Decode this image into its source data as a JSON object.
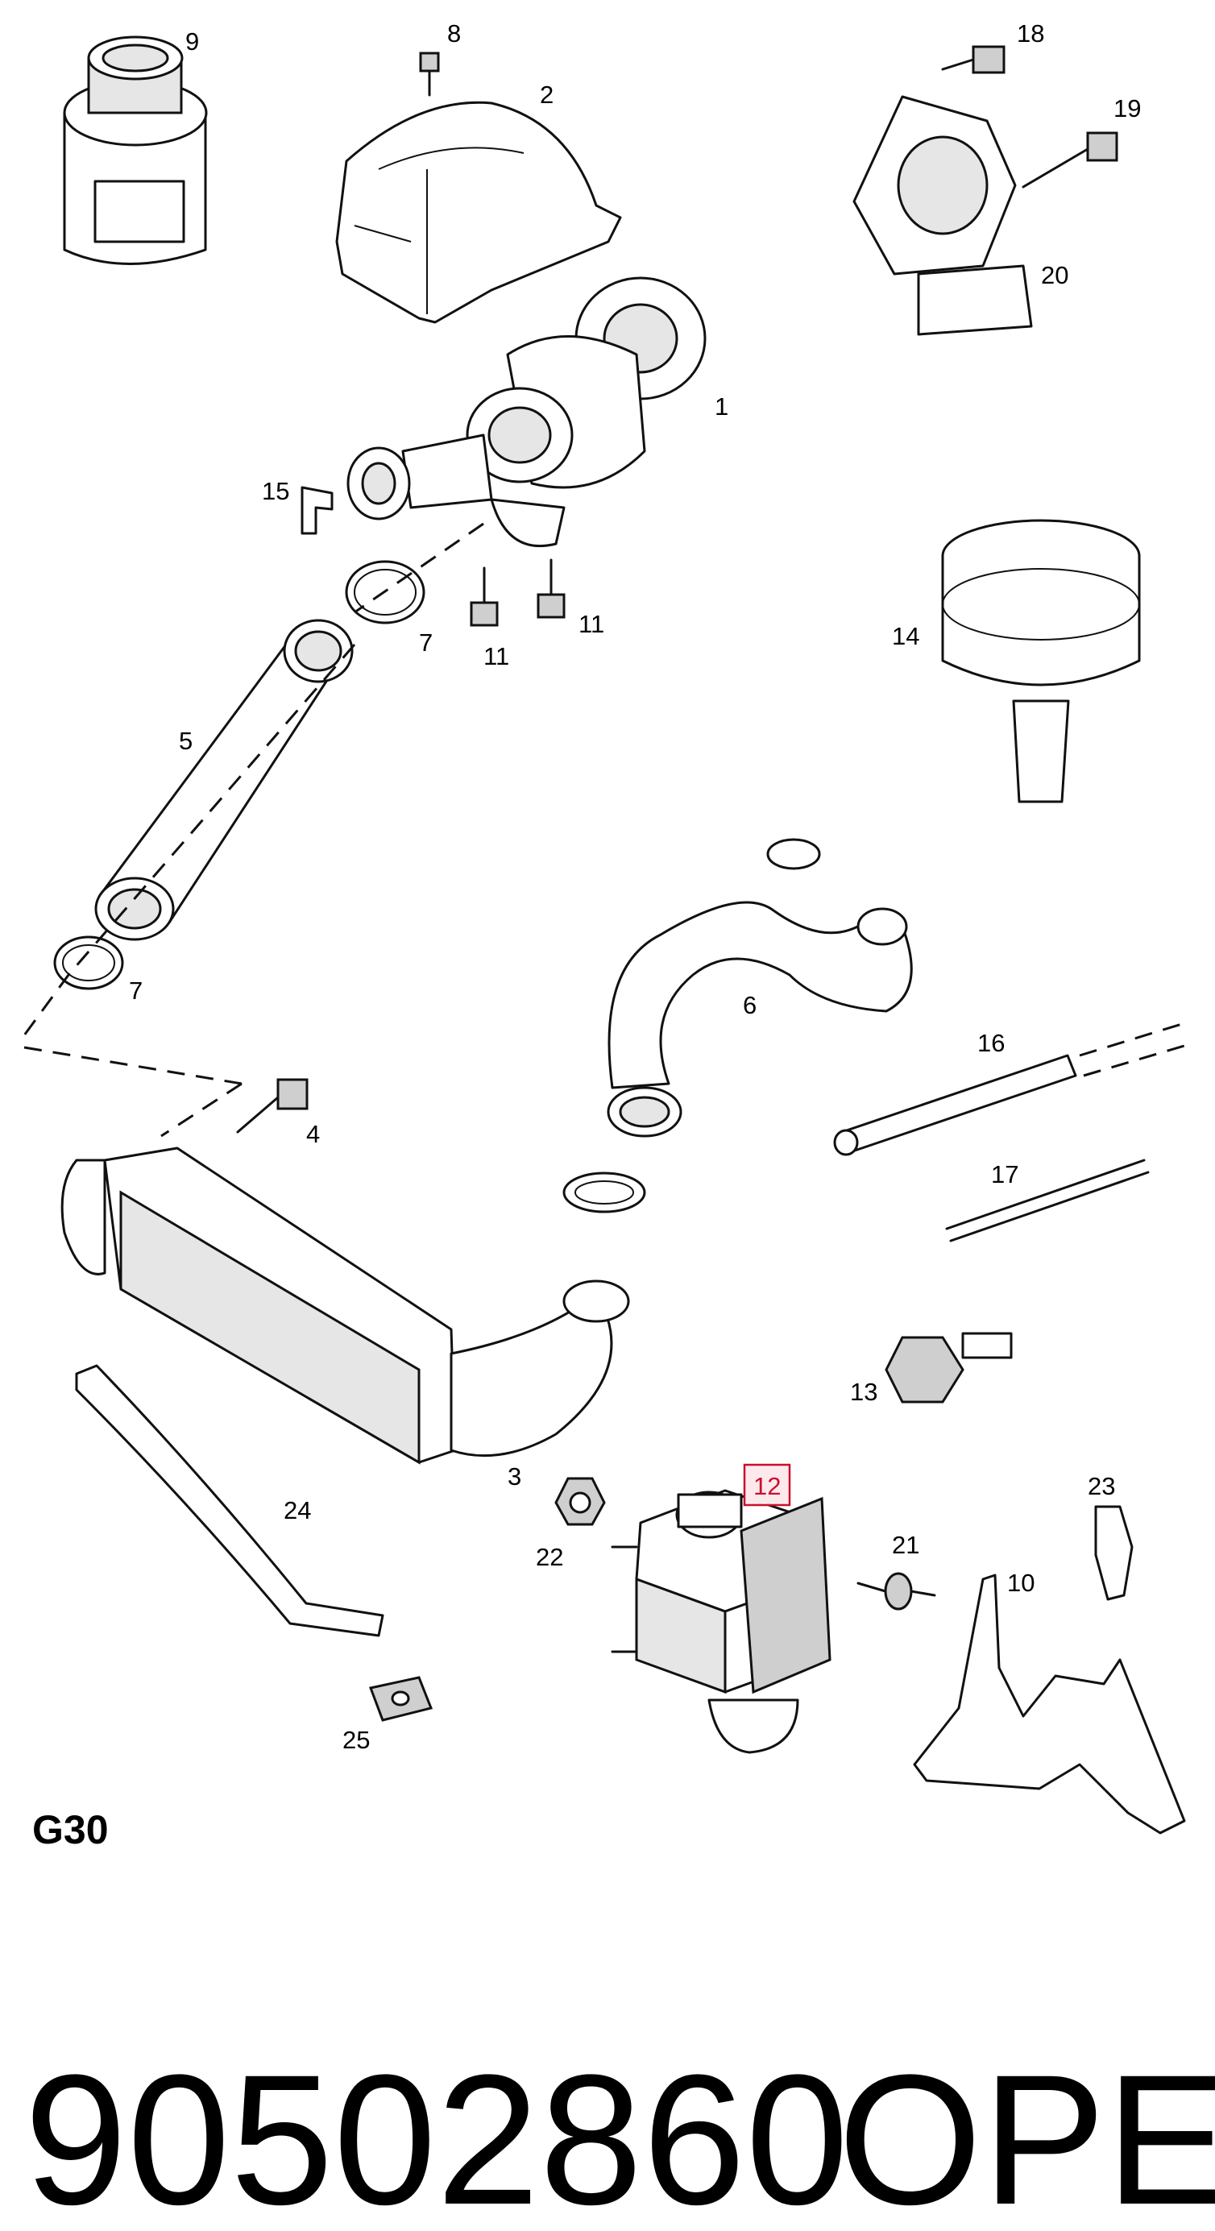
{
  "diagram": {
    "section_code": "G30",
    "callouts": {
      "c1": "1",
      "c2": "2",
      "c3": "3",
      "c4": "4",
      "c5": "5",
      "c6": "6",
      "c7a": "7",
      "c7b": "7",
      "c8": "8",
      "c9": "9",
      "c10": "10",
      "c11a": "11",
      "c11b": "11",
      "c12": "12",
      "c13": "13",
      "c14": "14",
      "c15": "15",
      "c16": "16",
      "c17": "17",
      "c18": "18",
      "c19": "19",
      "c20": "20",
      "c21": "21",
      "c22": "22",
      "c23": "23",
      "c24": "24",
      "c25": "25"
    },
    "highlighted_callout": "12",
    "highlight_color": "#c8102e"
  },
  "footer": {
    "part_number": "90502860",
    "brand": "OPEL"
  }
}
